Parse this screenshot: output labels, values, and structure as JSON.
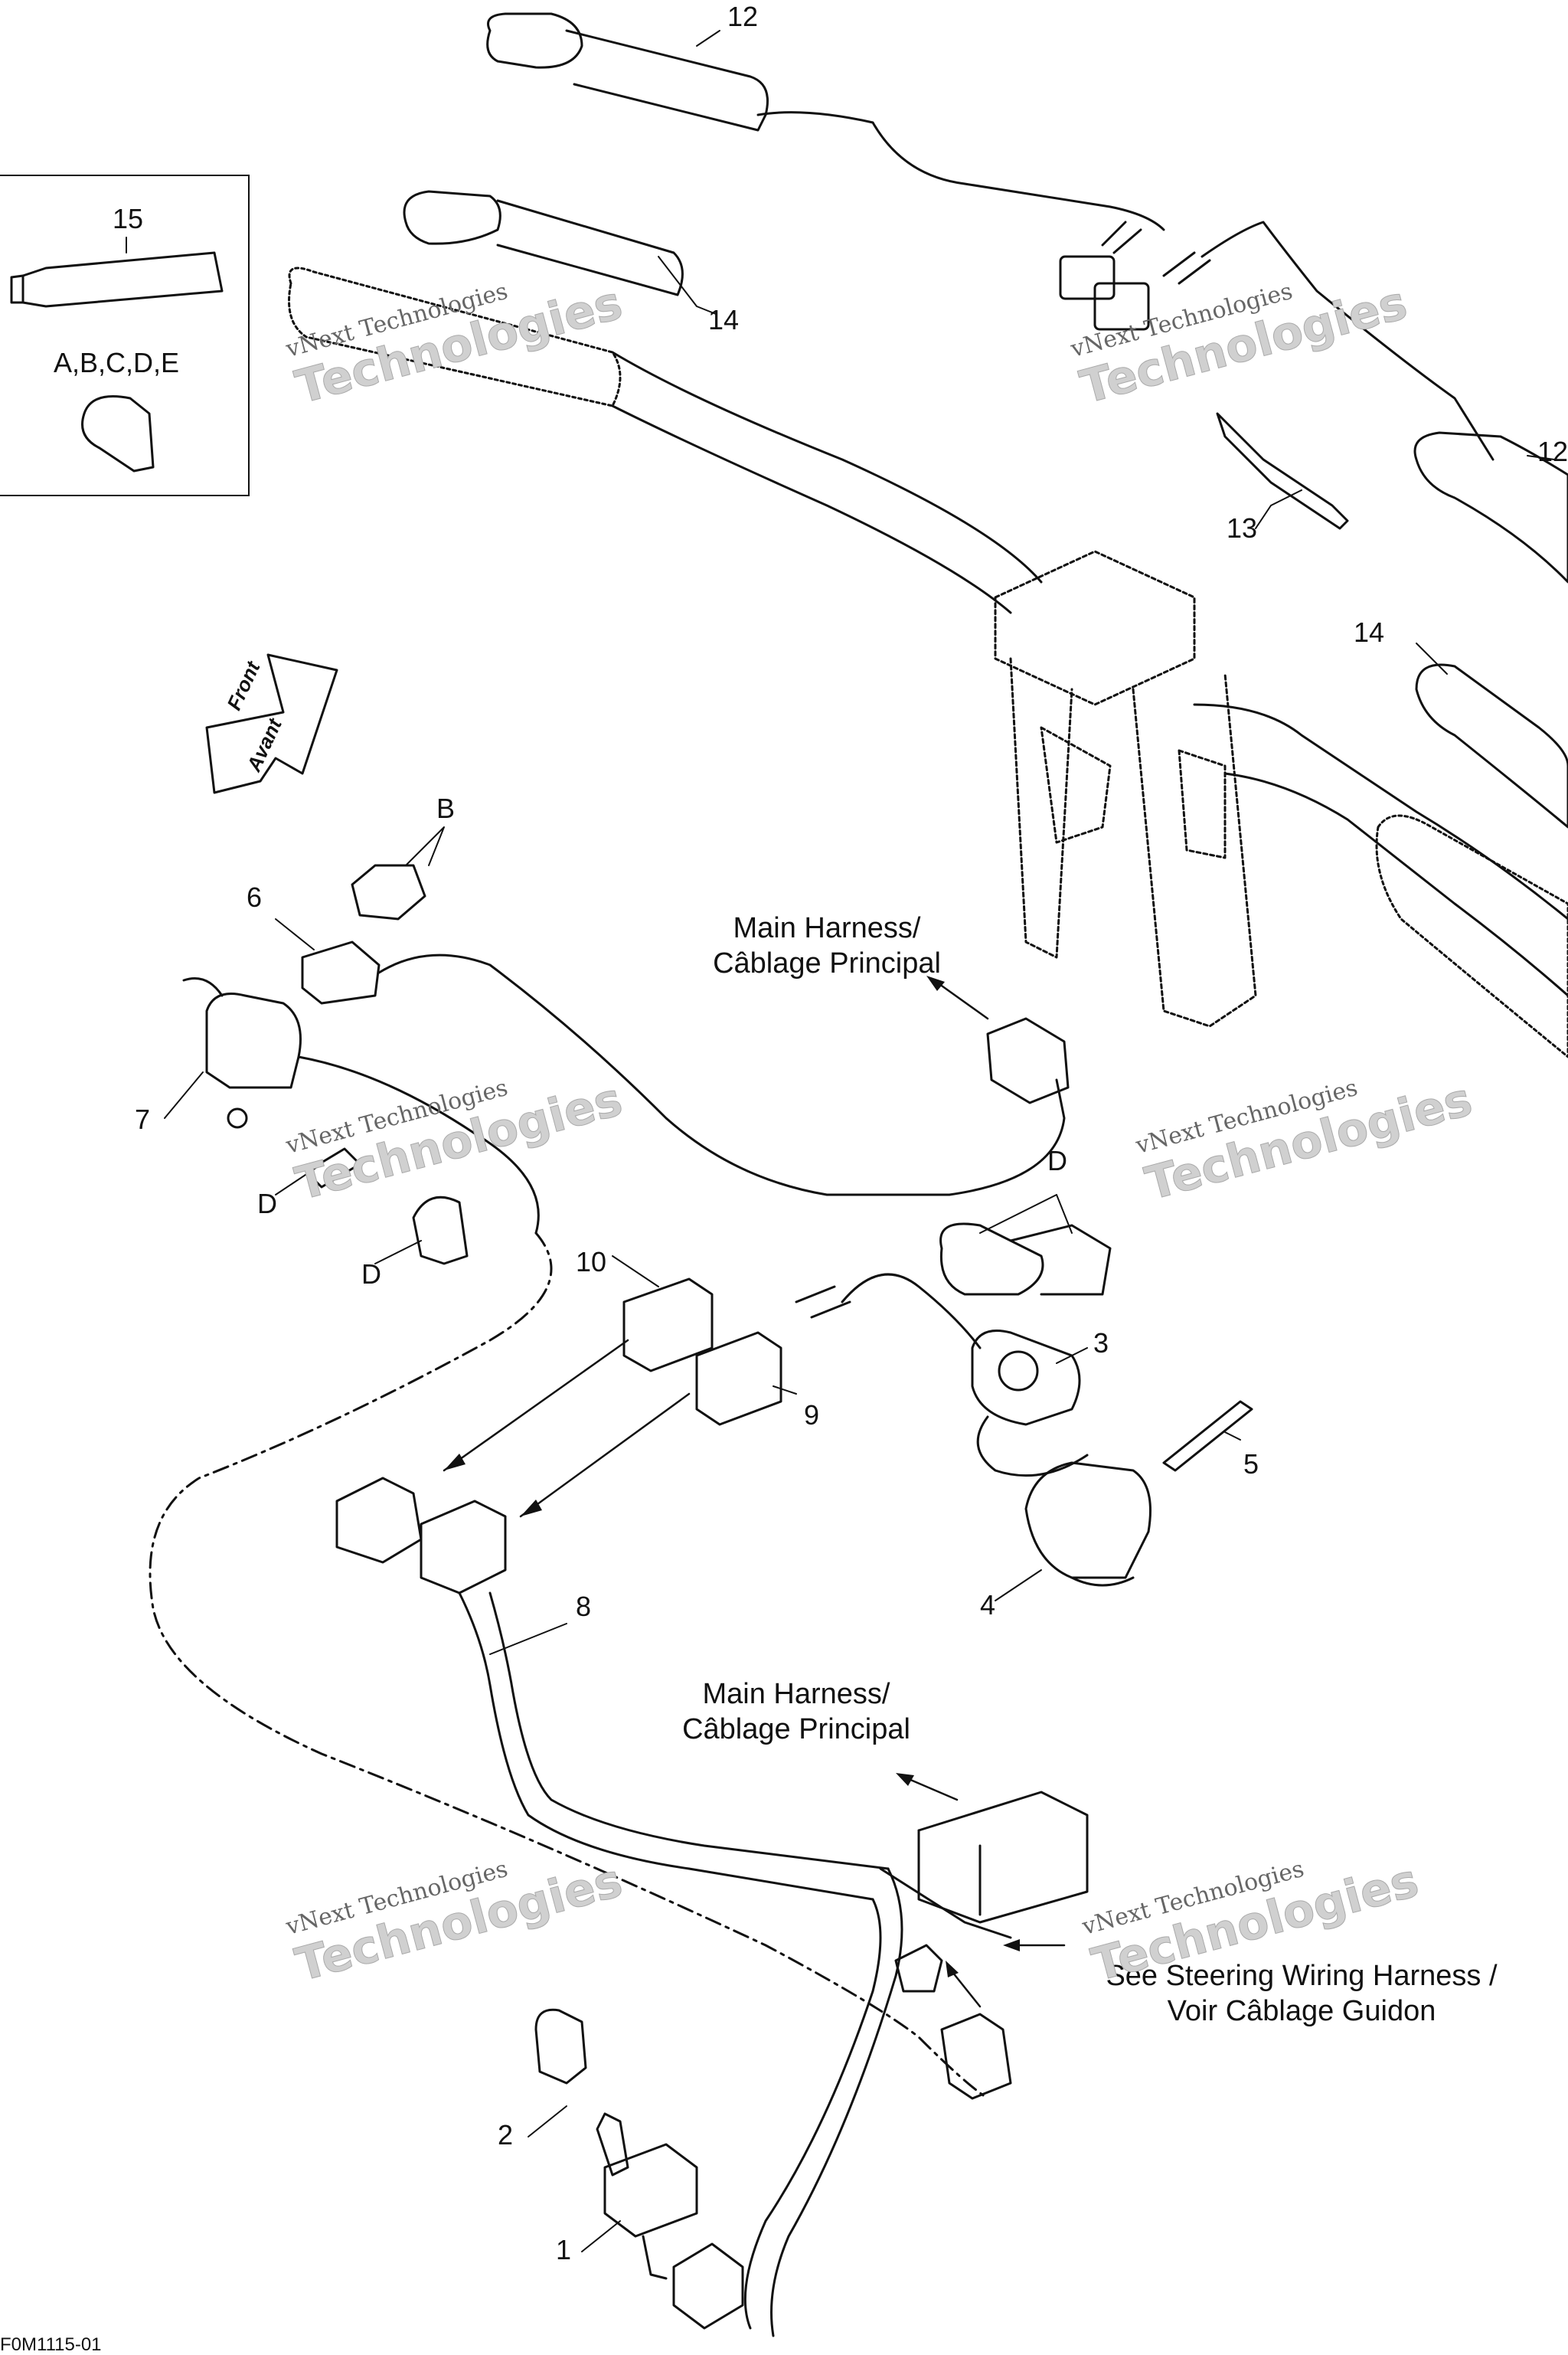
{
  "callouts": {
    "n1": "1",
    "n2": "2",
    "n3": "3",
    "n4": "4",
    "n5": "5",
    "n6": "6",
    "n7": "7",
    "n8": "8",
    "n9": "9",
    "n10": "10",
    "n12a": "12",
    "n12b": "12",
    "n13": "13",
    "n14a": "14",
    "n14b": "14",
    "n15": "15",
    "B": "B",
    "D1": "D",
    "D2": "D",
    "D3": "D",
    "kit": "A,B,C,D,E"
  },
  "notes": {
    "main_harness_top": "Main Harness/\nCâblage Principal",
    "main_harness_bottom": "Main Harness/\nCâblage Principal",
    "steering": "See Steering Wiring Harness /\nVoir Câblage Guidon"
  },
  "front_arrow": {
    "line1": "Front",
    "line2": "Avant"
  },
  "watermark": {
    "line1": "vNext Technologies",
    "line2": "Technologies"
  },
  "drawing_code": "F0M1115-01"
}
